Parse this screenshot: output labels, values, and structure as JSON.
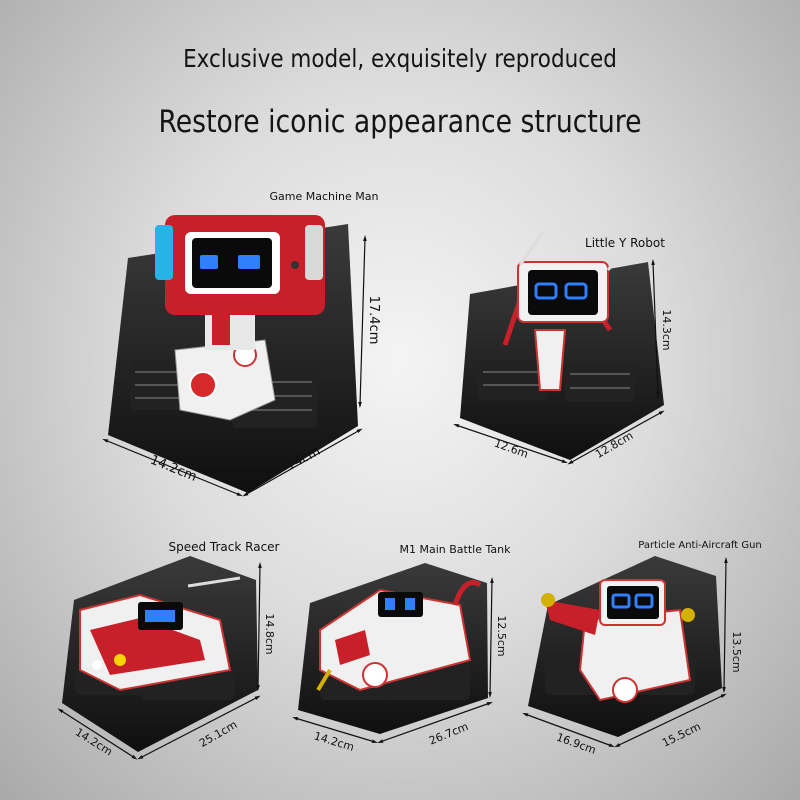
{
  "headline": "Exclusive model, exquisitely reproduced",
  "subheadline": "Restore iconic appearance structure",
  "models": [
    {
      "name": "Game Machine Man",
      "height": "17.4cm",
      "width": "14.2cm",
      "depth": "14cm"
    },
    {
      "name": "Little Y Robot",
      "height": "14.3cm",
      "width": "12.6m",
      "depth": "12.8cm"
    },
    {
      "name": "Speed Track Racer",
      "height": "14.8cm",
      "width": "14.2cm",
      "depth": "25.1cm"
    },
    {
      "name": "M1 Main Battle Tank",
      "height": "12.5cm",
      "width": "14.2cm",
      "depth": "26.7cm"
    },
    {
      "name": "Particle Anti-Aircraft Gun",
      "height": "13.5cm",
      "width": "16.9cm",
      "depth": "15.5cm"
    }
  ],
  "colors": {
    "block": "#1c1c1c",
    "robot_red": "#c8202a",
    "robot_white": "#f2f2f2",
    "screen_blue": "#2f7fff"
  }
}
